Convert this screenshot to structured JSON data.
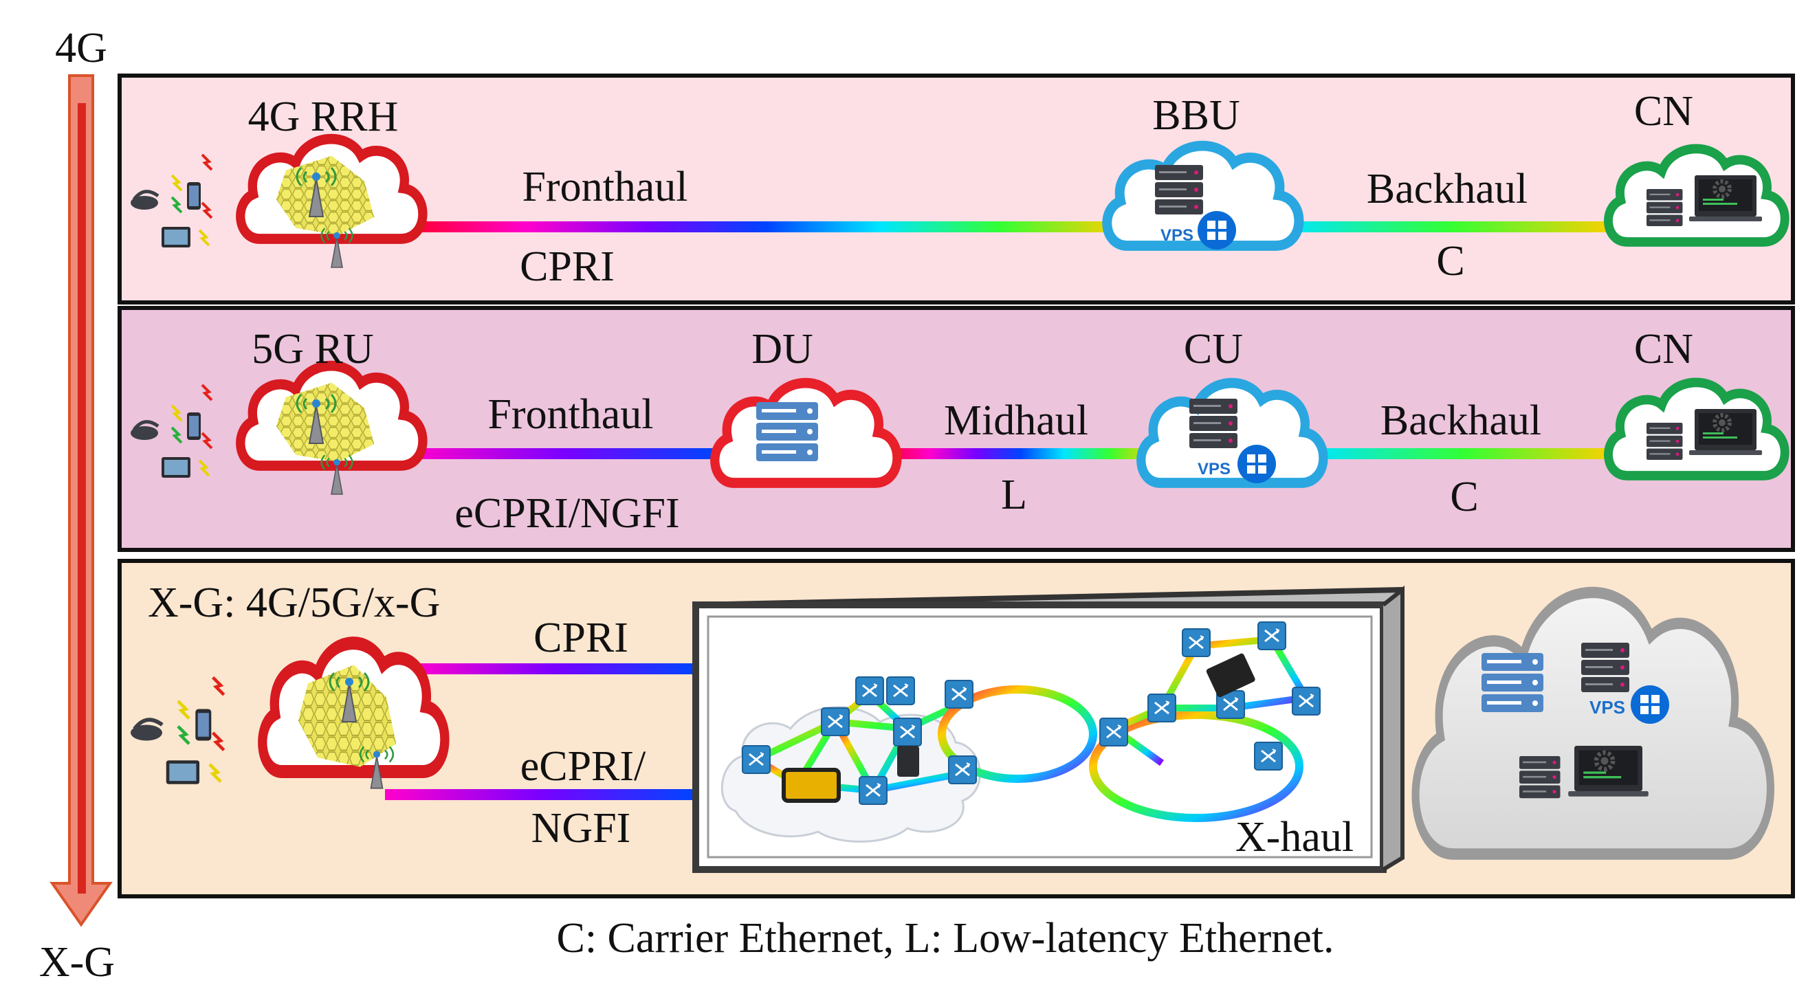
{
  "axis": {
    "top_label": "4G",
    "bottom_label": "X-G"
  },
  "row1": {
    "ru_label": "4G RRH",
    "fronthaul_label": "Fronthaul",
    "fronthaul_protocol": "CPRI",
    "mid_node_label": "BBU",
    "vps_label": "VPS",
    "backhaul_label": "Backhaul",
    "backhaul_protocol": "C",
    "cn_label": "CN"
  },
  "row2": {
    "ru_label": "5G RU",
    "fronthaul_label": "Fronthaul",
    "fronthaul_protocol": "eCPRI/NGFI",
    "du_label": "DU",
    "midhaul_label": "Midhaul",
    "midhaul_protocol": "L",
    "cu_label": "CU",
    "vps_label": "VPS",
    "backhaul_label": "Backhaul",
    "backhaul_protocol": "C",
    "cn_label": "CN"
  },
  "row3": {
    "title": "X-G: 4G/5G/x-G",
    "link1_label": "CPRI",
    "link2_label_line1": "eCPRI/",
    "link2_label_line2": "NGFI",
    "xhaul_label": "X-haul",
    "vps_label": "VPS"
  },
  "footer": "C: Carrier Ethernet, L: Low-latency Ethernet.",
  "colors": {
    "row1_bg": "#fde0e6",
    "row2_bg": "#ecc4dc",
    "row3_bg": "#fbe6cf",
    "ru_cloud": "#d71920",
    "du_cloud": "#e8202a",
    "vps_cloud": "#2aa7e0",
    "cn_cloud": "#1aa14a",
    "arrow_fill": "#f08a78",
    "arrow_stroke": "#d9532a"
  }
}
